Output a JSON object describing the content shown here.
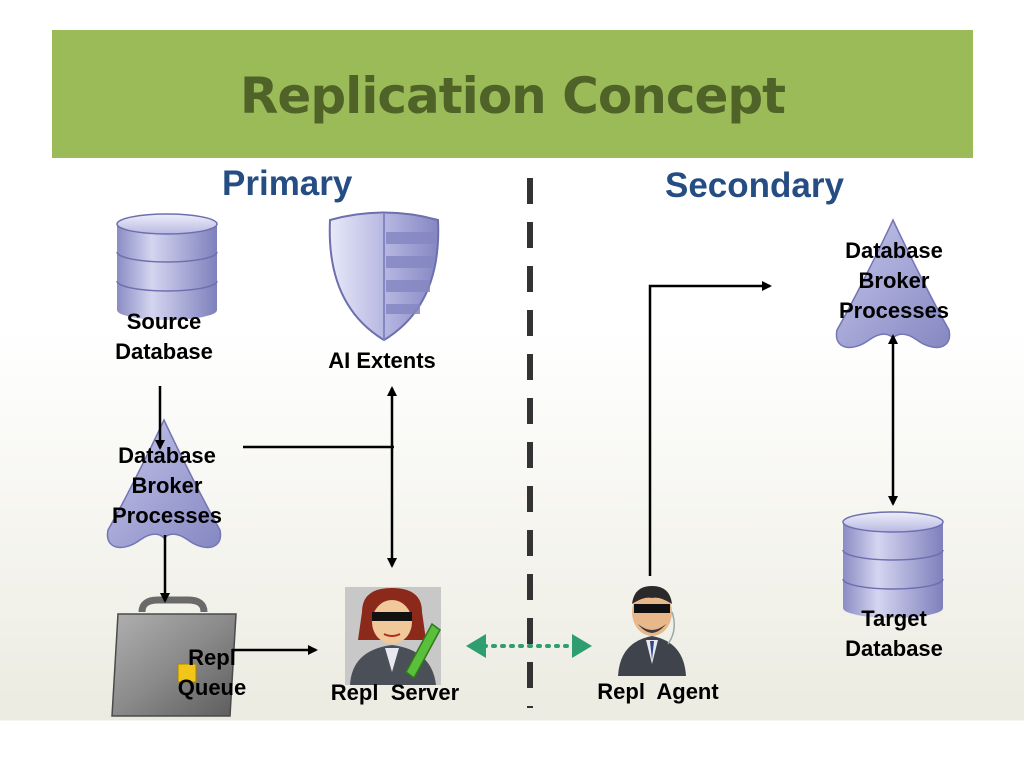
{
  "title": "Replication Concept",
  "sections": {
    "primary": "Primary",
    "secondary": "Secondary"
  },
  "nodes": {
    "source_database": {
      "line1": "Source",
      "line2": "Database",
      "icon": "database-icon"
    },
    "ai_extents": {
      "label": "AI Extents",
      "icon": "shield-icon"
    },
    "primary_broker": {
      "line1": "Database",
      "line2": "Broker",
      "line3": "Processes",
      "icon": "broker-icon"
    },
    "repl_queue": {
      "line1": "Repl",
      "line2": "Queue",
      "icon": "briefcase-icon"
    },
    "repl_server": {
      "label": "Repl  Server",
      "icon": "server-person-icon"
    },
    "repl_agent": {
      "label": "Repl  Agent",
      "icon": "agent-person-icon"
    },
    "secondary_broker": {
      "line1": "Database",
      "line2": "Broker",
      "line3": "Processes",
      "icon": "broker-icon"
    },
    "target_database": {
      "line1": "Target",
      "line2": "Database",
      "icon": "database-icon"
    }
  },
  "colors": {
    "title_bar": "#9bbb59",
    "title_text": "#4f6228",
    "heading_text": "#254d84",
    "shape_fill": "#a6a8d8",
    "connector": "#000000",
    "link": "#2e9e6e"
  }
}
